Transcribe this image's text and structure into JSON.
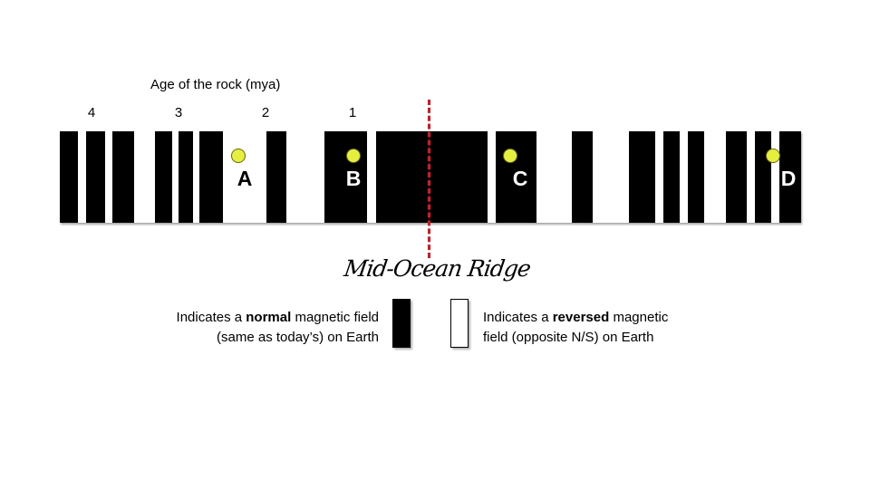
{
  "axis": {
    "title": "Age of the rock  (mya)",
    "ticks": [
      "4",
      "3",
      "2",
      "1"
    ]
  },
  "sites": {
    "A": "A",
    "B": "B",
    "C": "C",
    "D": "D"
  },
  "ridge_label": "Mid-Ocean Ridge",
  "legend": {
    "normal": {
      "prefix": "Indicates a ",
      "bold": "normal",
      "suffix": " magnetic field",
      "line2": "(same as today’s) on Earth"
    },
    "reversed": {
      "prefix": "Indicates a ",
      "bold": "reversed",
      "suffix": " magnetic",
      "line2": "field (opposite N/S) on Earth"
    }
  },
  "colors": {
    "normal_polarity": "#000000",
    "reversed_polarity": "#ffffff",
    "ridge_line": "#e0141e",
    "sample_dot": "#e6ef3c"
  }
}
